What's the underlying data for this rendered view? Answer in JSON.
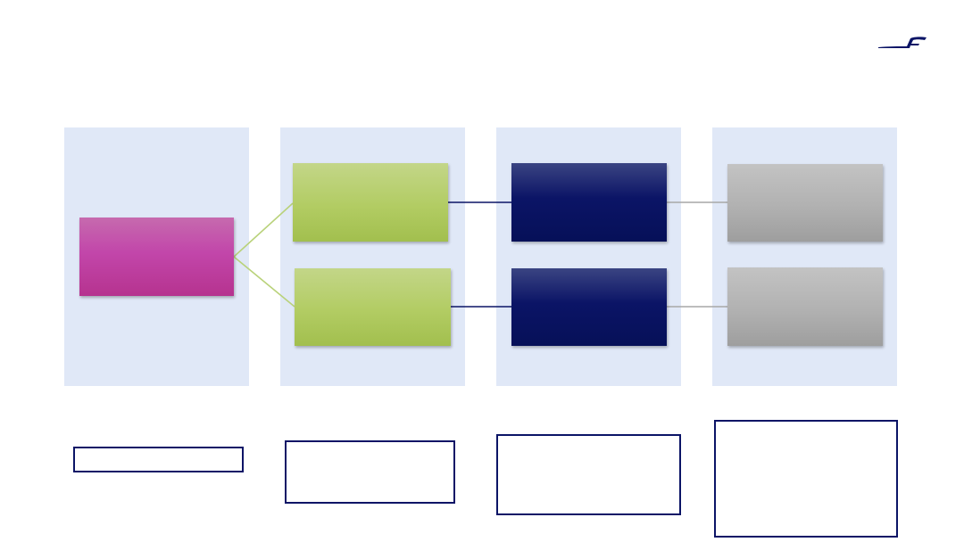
{
  "logo": {
    "name": "finnair-logo-icon",
    "color": "#0b1466"
  },
  "colors": {
    "lane_bg": "#e0e8f7",
    "magenta": "#c246aa",
    "green": "#b2cc63",
    "navy": "#0b1466",
    "grey": "#b1b1b1",
    "connector_green": "#b9d27a",
    "connector_navy": "#0b1466",
    "connector_grey": "#a7a7a7"
  },
  "lanes": [
    {
      "id": "lane-1"
    },
    {
      "id": "lane-2"
    },
    {
      "id": "lane-3"
    },
    {
      "id": "lane-4"
    }
  ],
  "boxes": [
    {
      "id": "root",
      "label": ""
    },
    {
      "id": "green-top",
      "label": ""
    },
    {
      "id": "green-bottom",
      "label": ""
    },
    {
      "id": "navy-top",
      "label": ""
    },
    {
      "id": "navy-bottom",
      "label": ""
    },
    {
      "id": "grey-top",
      "label": ""
    },
    {
      "id": "grey-bottom",
      "label": ""
    }
  ],
  "notes": [
    {
      "id": "note-1",
      "text": ""
    },
    {
      "id": "note-2",
      "text": ""
    },
    {
      "id": "note-3",
      "text": ""
    },
    {
      "id": "note-4",
      "text": ""
    }
  ]
}
